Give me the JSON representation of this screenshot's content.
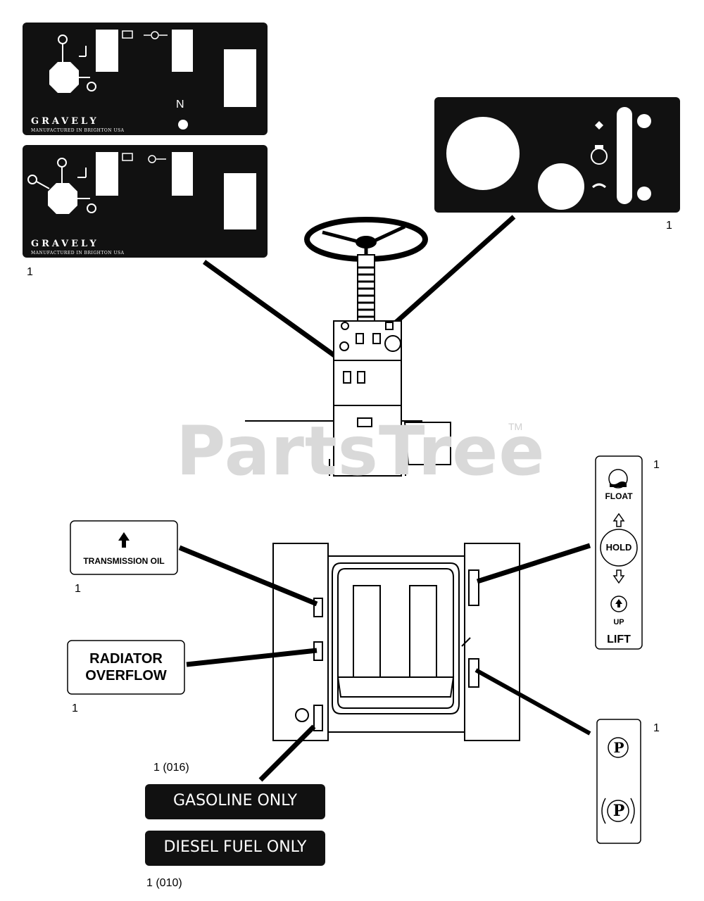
{
  "watermark": {
    "text": "PartsTree",
    "tm": "TM"
  },
  "dash_decal": {
    "brand": "GRAVELY",
    "sub": "MANUFACTURED IN BRIGHTON USA",
    "n_mark": "N"
  },
  "callouts": {
    "dash_decals_qty": "1",
    "gauge_decal_qty": "1",
    "lift_decal_qty": "1",
    "transmission_qty": "1",
    "radiator_qty": "1",
    "park_qty": "1",
    "gasoline_qty": "1 (016)",
    "diesel_qty": "1 (010)"
  },
  "decals": {
    "transmission_oil": "TRANSMISSION OIL",
    "radiator_line1": "RADIATOR",
    "radiator_line2": "OVERFLOW",
    "gasoline": "GASOLINE ONLY",
    "diesel": "DIESEL FUEL ONLY",
    "lift_float": "FLOAT",
    "lift_hold": "HOLD",
    "lift_up": "UP",
    "lift_title": "LIFT",
    "park_symbol": "P"
  },
  "colors": {
    "decal_black": "#111111",
    "line": "#000000",
    "watermark": "#d9d9d9"
  }
}
